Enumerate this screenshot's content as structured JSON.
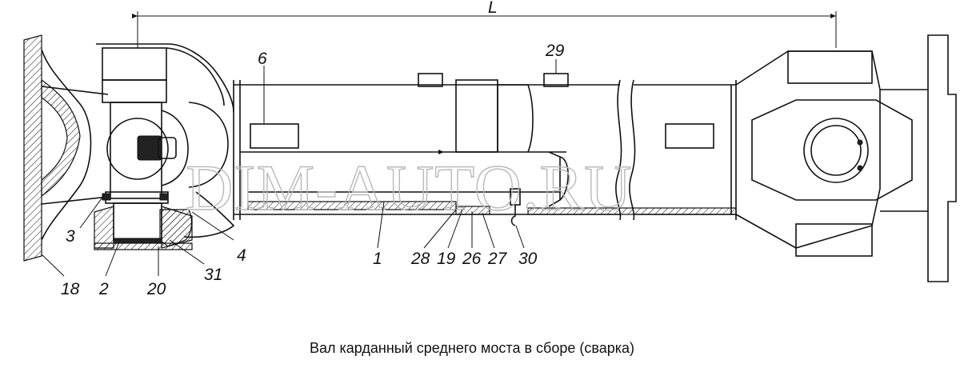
{
  "dimension": {
    "label": "L"
  },
  "callouts": {
    "c6": "6",
    "c29": "29",
    "c3": "3",
    "c4": "4",
    "c1": "1",
    "c28": "28",
    "c19": "19",
    "c26": "26",
    "c27": "27",
    "c30": "30",
    "c18": "18",
    "c2": "2",
    "c20": "20",
    "c31": "31"
  },
  "watermark": "DIM-AUTO.RU",
  "caption": "Вал карданный среднего моста в сборе (сварка)"
}
